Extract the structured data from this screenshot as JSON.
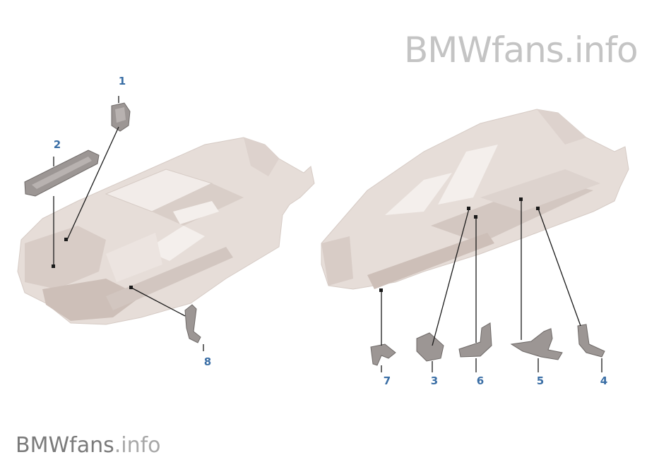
{
  "watermark_top": {
    "brand": "BMWfans",
    "suffix": ".info"
  },
  "watermark_bottom": {
    "brand": "BMWfans",
    "suffix": ".info"
  },
  "callouts": {
    "c1": "1",
    "c2": "2",
    "c3": "3",
    "c4": "4",
    "c5": "5",
    "c6": "6",
    "c7": "7",
    "c8": "8"
  },
  "colors": {
    "callout": "#3a6ea5",
    "body_shell": "#e6ddd8",
    "body_shadow": "#cfc3bd",
    "part": "#9c9694",
    "leader": "#1a1a1a",
    "watermark_light": "#c4c4c4",
    "watermark_dark": "#7a7a7a"
  }
}
